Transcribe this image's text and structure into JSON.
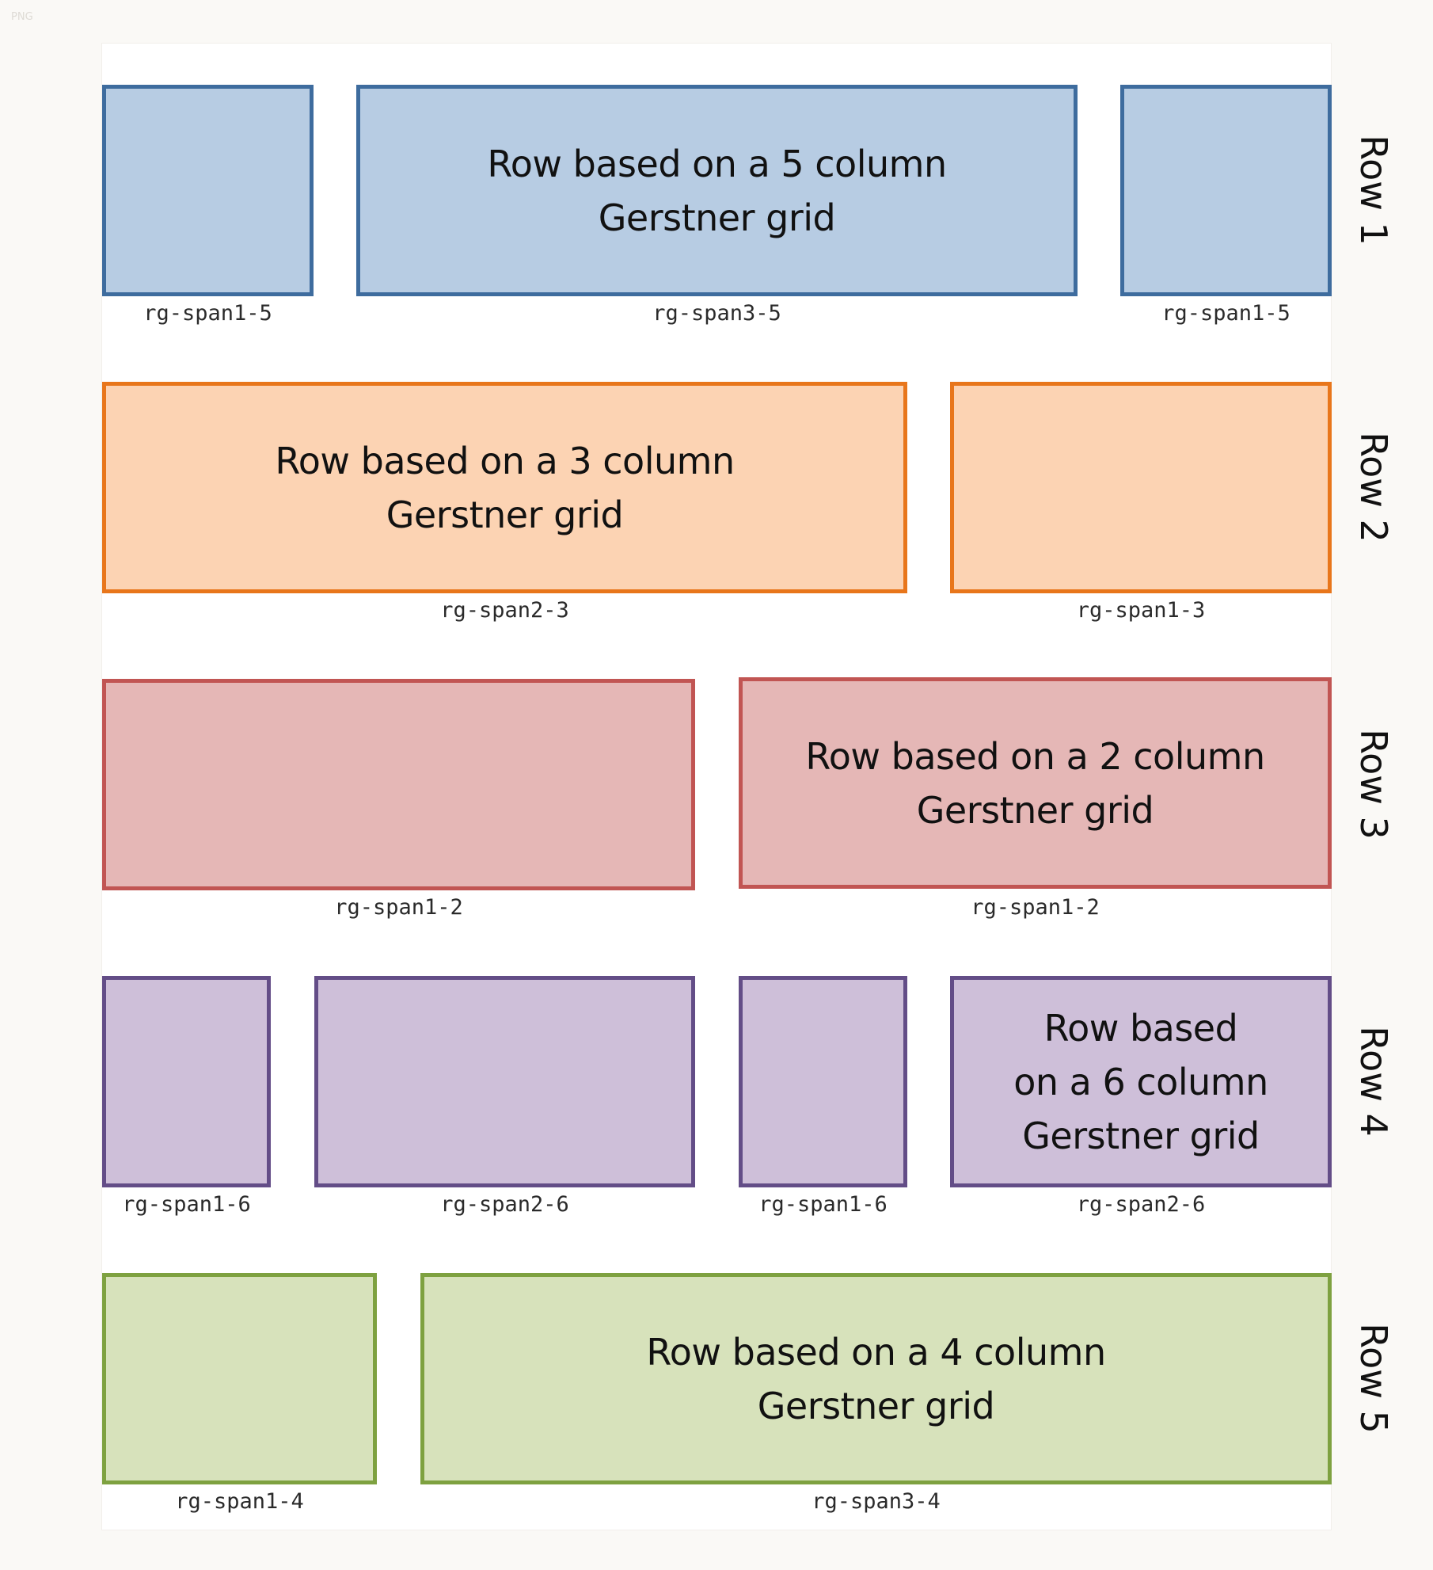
{
  "badge": "PNG",
  "rows": [
    {
      "label": "Row 1",
      "color": "#3e6c9e",
      "fill": "#b7cce3",
      "cells": [
        {
          "span": "rg-span1-5",
          "text": ""
        },
        {
          "span": "rg-span3-5",
          "text": "Row based on a 5 column\nGerstner grid"
        },
        {
          "span": "rg-span1-5",
          "text": ""
        }
      ]
    },
    {
      "label": "Row 2",
      "color": "#e8761b",
      "fill": "#fcd3b3",
      "cells": [
        {
          "span": "rg-span2-3",
          "text": "Row based on a 3 column\nGerstner grid"
        },
        {
          "span": "rg-span1-3",
          "text": ""
        }
      ]
    },
    {
      "label": "Row 3",
      "color": "#c15553",
      "fill": "#e5b7b6",
      "cells": [
        {
          "span": "rg-span1-2",
          "text": ""
        },
        {
          "span": "rg-span1-2",
          "text": "Row based on a 2 column\nGerstner grid"
        }
      ]
    },
    {
      "label": "Row 4",
      "color": "#634d87",
      "fill": "#cebfd9",
      "cells": [
        {
          "span": "rg-span1-6",
          "text": ""
        },
        {
          "span": "rg-span2-6",
          "text": ""
        },
        {
          "span": "rg-span1-6",
          "text": ""
        },
        {
          "span": "rg-span2-6",
          "text": "Row based\non a 6 column\nGerstner grid"
        }
      ]
    },
    {
      "label": "Row 5",
      "color": "#7ea140",
      "fill": "#d7e2bb",
      "cells": [
        {
          "span": "rg-span1-4",
          "text": ""
        },
        {
          "span": "rg-span3-4",
          "text": "Row based on a 4 column\nGerstner grid"
        }
      ]
    }
  ]
}
